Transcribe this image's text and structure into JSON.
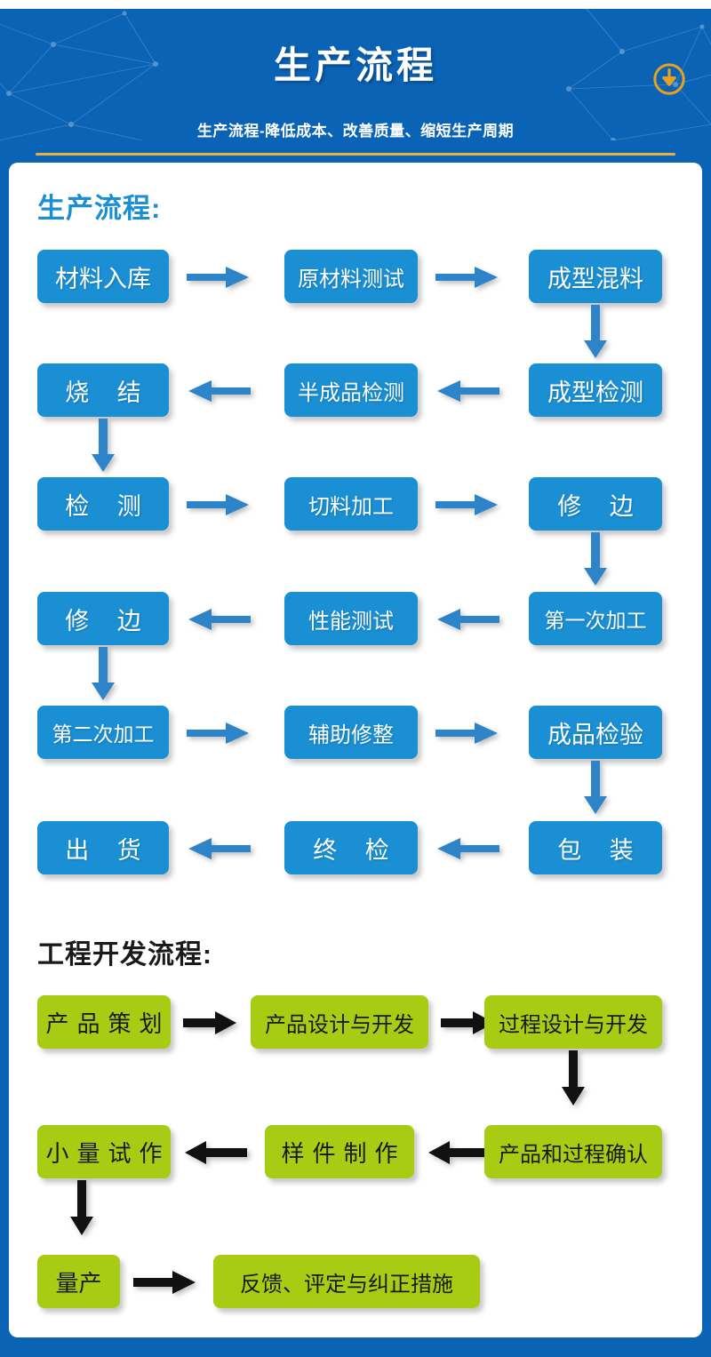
{
  "header": {
    "title": "生产流程",
    "subtitle": "生产流程-降低成本、改善质量、缩短生产周期",
    "download_icon": "download-circle-icon",
    "bg_color": "#0b63b5",
    "rule_color": "#e8b23c",
    "icon_color": "#e8a020"
  },
  "sections": [
    {
      "id": "production",
      "title": "生产流程:",
      "title_color": "#1a8fd4",
      "node_color": "#1a8fd4",
      "node_text_color": "#ffffff",
      "arrow_color": "#2d84c8",
      "rows": [
        {
          "direction": "right",
          "nodes": [
            "材料入库",
            "原材料测试",
            "成型混料"
          ]
        },
        {
          "direction": "left",
          "nodes": [
            "烧 结",
            "半成品检测",
            "成型检测"
          ]
        },
        {
          "direction": "right",
          "nodes": [
            "检 测",
            "切料加工",
            "修 边"
          ]
        },
        {
          "direction": "left",
          "nodes": [
            "修 边",
            "性能测试",
            "第一次加工"
          ]
        },
        {
          "direction": "right",
          "nodes": [
            "第二次加工",
            "辅助修整",
            "成品检验"
          ]
        },
        {
          "direction": "left",
          "nodes": [
            "出 货",
            "终 检",
            "包 装"
          ]
        }
      ]
    },
    {
      "id": "engineering",
      "title": "工程开发流程:",
      "title_color": "#1a1a1a",
      "node_color": "#a8cc13",
      "node_text_color": "#1a1a1a",
      "arrow_color": "#111111",
      "rows": [
        {
          "direction": "right",
          "nodes": [
            "产品策划",
            "产品设计与开发",
            "过程设计与开发"
          ]
        },
        {
          "direction": "left",
          "nodes": [
            "小量试作",
            "样件制作",
            "产品和过程确认"
          ]
        },
        {
          "direction": "right",
          "nodes": [
            "量产",
            "反馈、评定与纠正措施"
          ]
        }
      ]
    }
  ]
}
